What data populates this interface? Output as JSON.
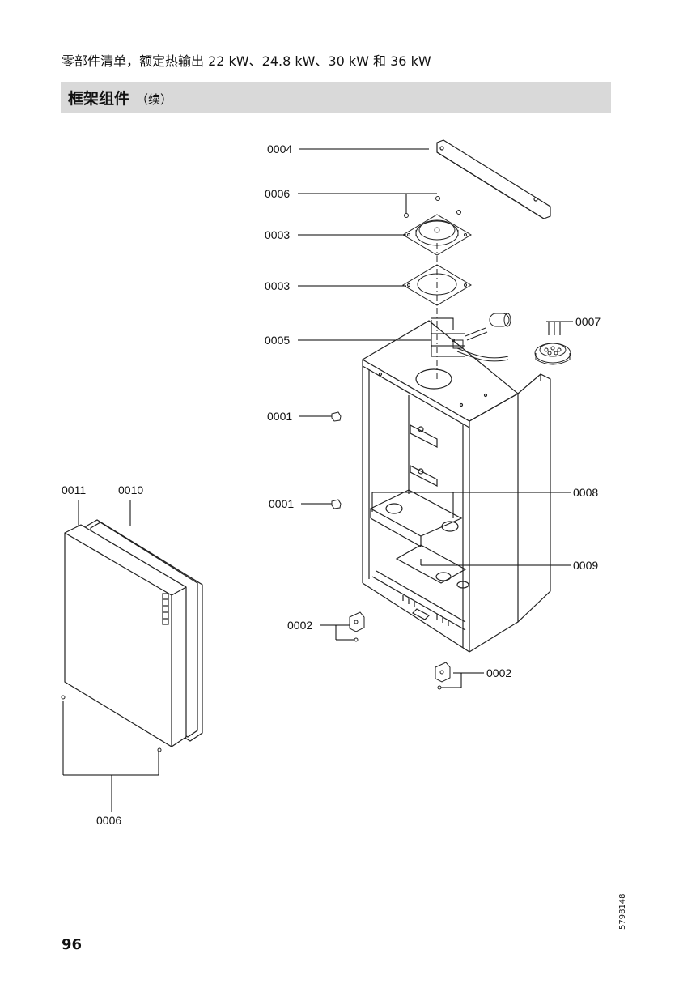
{
  "header": {
    "subtitle": "零部件清单，额定热输出 22 kW、24.8 kW、30 kW 和 36 kW",
    "section_title": "框架组件",
    "section_cont": "（续）"
  },
  "callouts": {
    "c0004": "0004",
    "c0006_top": "0006",
    "c0003_top": "0003",
    "c0003_bottom": "0003",
    "c0005": "0005",
    "c0007": "0007",
    "c0001_top": "0001",
    "c0001_bottom": "0001",
    "c0008": "0008",
    "c0009": "0009",
    "c0011": "0011",
    "c0010": "0010",
    "c0002_left": "0002",
    "c0002_right": "0002",
    "c0006_bottom": "0006"
  },
  "footer": {
    "page_number": "96",
    "doc_number": "5798148"
  }
}
